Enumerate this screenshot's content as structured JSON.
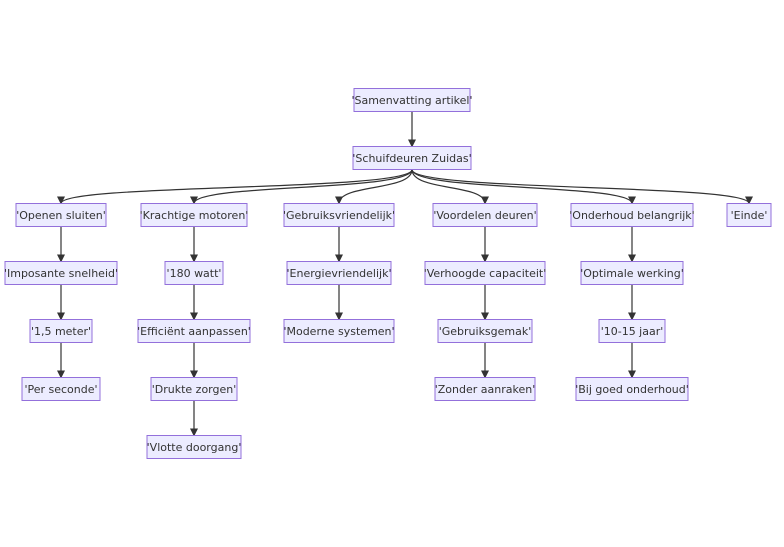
{
  "diagram": {
    "colors": {
      "node_fill": "#ECECFF",
      "node_stroke": "#9370DB",
      "edge": "#333333",
      "text": "#333333"
    },
    "nodes": [
      {
        "id": "n0",
        "label": "'Samenvatting artikel'"
      },
      {
        "id": "n1",
        "label": "'Schuifdeuren Zuidas'"
      },
      {
        "id": "n2",
        "label": "'Openen sluiten'"
      },
      {
        "id": "n3",
        "label": "'Krachtige motoren'"
      },
      {
        "id": "n4",
        "label": "'Gebruiksvriendelijk'"
      },
      {
        "id": "n5",
        "label": "'Voordelen deuren'"
      },
      {
        "id": "n6",
        "label": "'Onderhoud belangrijk'"
      },
      {
        "id": "n7",
        "label": "'Einde'"
      },
      {
        "id": "n8",
        "label": "'Imposante snelheid'"
      },
      {
        "id": "n9",
        "label": "'1,5 meter'"
      },
      {
        "id": "n10",
        "label": "'Per seconde'"
      },
      {
        "id": "n11",
        "label": "'180 watt'"
      },
      {
        "id": "n12",
        "label": "'Efficiënt aanpassen'"
      },
      {
        "id": "n13",
        "label": "'Drukte zorgen'"
      },
      {
        "id": "n14",
        "label": "'Vlotte doorgang'"
      },
      {
        "id": "n15",
        "label": "'Energievriendelijk'"
      },
      {
        "id": "n16",
        "label": "'Moderne systemen'"
      },
      {
        "id": "n17",
        "label": "'Verhoogde capaciteit'"
      },
      {
        "id": "n18",
        "label": "'Gebruiksgemak'"
      },
      {
        "id": "n19",
        "label": "'Zonder aanraken'"
      },
      {
        "id": "n20",
        "label": "'Optimale werking'"
      },
      {
        "id": "n21",
        "label": "'10-15 jaar'"
      },
      {
        "id": "n22",
        "label": "'Bij goed onderhoud'"
      }
    ],
    "edges": [
      {
        "from": "n0",
        "to": "n1"
      },
      {
        "from": "n1",
        "to": "n2"
      },
      {
        "from": "n1",
        "to": "n3"
      },
      {
        "from": "n1",
        "to": "n4"
      },
      {
        "from": "n1",
        "to": "n5"
      },
      {
        "from": "n1",
        "to": "n6"
      },
      {
        "from": "n1",
        "to": "n7"
      },
      {
        "from": "n2",
        "to": "n8"
      },
      {
        "from": "n8",
        "to": "n9"
      },
      {
        "from": "n9",
        "to": "n10"
      },
      {
        "from": "n3",
        "to": "n11"
      },
      {
        "from": "n11",
        "to": "n12"
      },
      {
        "from": "n12",
        "to": "n13"
      },
      {
        "from": "n13",
        "to": "n14"
      },
      {
        "from": "n4",
        "to": "n15"
      },
      {
        "from": "n15",
        "to": "n16"
      },
      {
        "from": "n5",
        "to": "n17"
      },
      {
        "from": "n17",
        "to": "n18"
      },
      {
        "from": "n18",
        "to": "n19"
      },
      {
        "from": "n6",
        "to": "n20"
      },
      {
        "from": "n20",
        "to": "n21"
      },
      {
        "from": "n21",
        "to": "n22"
      }
    ]
  }
}
